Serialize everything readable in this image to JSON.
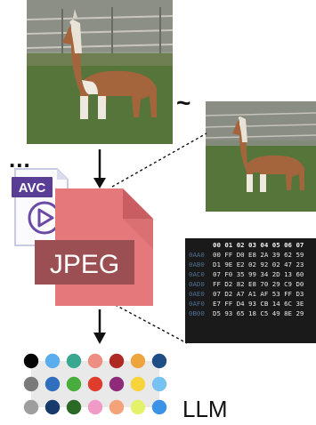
{
  "avc_label": "AVC",
  "jpeg_label": "JPEG",
  "llm_label": "LLM",
  "tilde": "~",
  "ellipsis": "...",
  "hex_dump": {
    "header": "00 01 02 03 04 05 06 07",
    "rows": [
      {
        "offset": "0AA0",
        "bytes": "00 FF D0 E8 2A 39 62 59"
      },
      {
        "offset": "0AB0",
        "bytes": "D1 9E E2 02 92 02 47 23"
      },
      {
        "offset": "0AC0",
        "bytes": "07 F0 35 99 34 2D 13 60"
      },
      {
        "offset": "0AD0",
        "bytes": "FF D2 82 E8 70 29 C9 D0"
      },
      {
        "offset": "0AE0",
        "bytes": "07 D2 A7 A1 AF 53 FF D3"
      },
      {
        "offset": "0AF0",
        "bytes": "E7 FF D4 93 CB 14 6C 3E"
      },
      {
        "offset": "0B00",
        "bytes": "D5 93 65 18 C5 49 8E 29"
      }
    ]
  },
  "token_grid": [
    [
      "#050505",
      "#5aaeee",
      "#3aa890",
      "#ee8d82",
      "#b02a24",
      "#efa53d",
      "#1f4e86"
    ],
    [
      "#7a7a7a",
      "#2f6fbe",
      "#49ad3d",
      "#e03c2c",
      "#8f2a7a",
      "#f7d33c",
      "#76c3f1"
    ],
    [
      "#9e9e9e",
      "#173a6c",
      "#2b6926",
      "#f09ac8",
      "#f4a27a",
      "#e4f26a",
      "#3b93e8"
    ]
  ]
}
